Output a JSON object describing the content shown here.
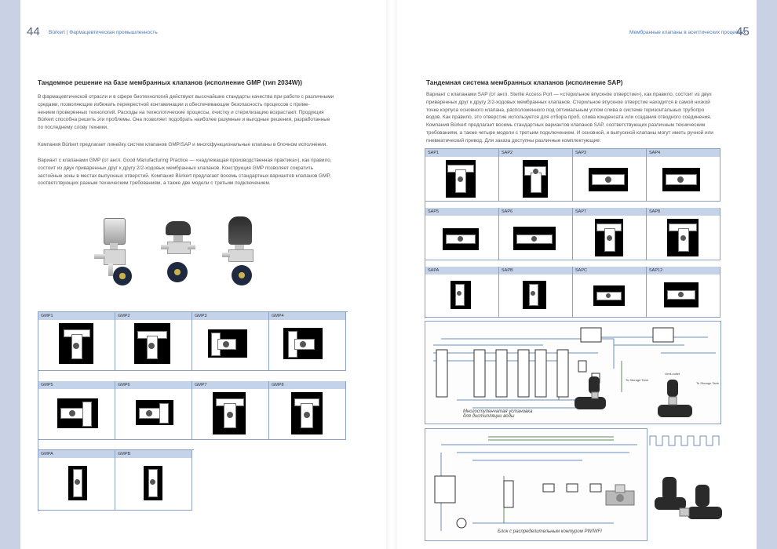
{
  "pages": {
    "left": {
      "number": "44",
      "running_head": "Bürkert | Фармацевтическая промышленность",
      "title": "Тандемное решение на базе мембранных клапанов (исполнение GMP (тип 2034W))",
      "paragraphs": [
        [
          "В фармацевтической отрасли и в сфере биотехнологий действуют высочайшие стандарты качества при работе с различными",
          "средами, позволяющие избежать перекрестной контаминации и обеспечивающие безопасность процессов с приме-",
          "нением проверенных технологий. Расходы на технологические процессы, очистку и стерилизацию возрастают. Продукция",
          "Bürkert способна решить эти проблемы. Она позволяет подобрать наиболее разумные и выгодные решения, разработанные",
          "по последнему слову техники."
        ],
        [
          "Компания Bürkert предлагает линейку систем клапанов GMP/SAP и многофункциональные клапаны в блочном исполнении."
        ],
        [
          "Вариант с клапанами GMP (от англ. Good Manufacturing Practice — «надлежащая производственная практика»), как правило,",
          "состоит из двух приваренных друг к другу 2/2-ходовых мембранных клапанов. Конструкция GMP позволяет сократить",
          "застойные зоны в местах выпускных отверстий. Компания Bürkert предлагает восемь стандартных вариантов клапанов GMP,",
          "соответствующих разным техническим требованиям, а также две модели с третьим подключением."
        ]
      ],
      "gmp_labels": [
        "GMP1",
        "GMP2",
        "GMP3",
        "GMP4",
        "GMP5",
        "GMP6",
        "GMP7",
        "GMP8",
        "GMPA",
        "GMPB"
      ]
    },
    "right": {
      "number": "45",
      "running_head": "Мембранные клапаны в асептических процессах",
      "title": "Тандемная система мембранных клапанов (исполнение SAP)",
      "paragraph": [
        "Вариант с клапанами SAP (от англ. Sterile Access Port — «стерильное впускное отверстие»), как правило, состоит из двух",
        "приваренных друг к другу 2/2-ходовых мембранных клапанов. Стерильное впускное отверстие находится в самой низкой",
        "точке корпуса основного клапана, расположенного под оптимальным углом слива в системе горизонтальных трубопро",
        "водов. Как правило, это отверстие используется для отбора проб, слива конденсата или создания отводного соединения.",
        "Компания Bürkert предлагает восемь стандартных вариантов клапанов SAP, соответствующих различным техническим",
        "требованиям, а также четыре модели с третьим подключением. И основной, и выпускной клапаны могут иметь ручной или",
        "пневматический привод. Для заказа доступны различные комплектующие:"
      ],
      "sap_labels": [
        "SAP1",
        "SAP2",
        "SAP3",
        "SAP4",
        "SAP5",
        "SAP6",
        "SAP7",
        "SAP8",
        "SAPA",
        "SAPB",
        "SAPC",
        "SAP12"
      ],
      "diagram1_caption": [
        "Многоступенчатая установка",
        "для дистилляции воды"
      ],
      "diagram1_labels": [
        "To Storage Tank",
        "Vent-outlet",
        "To Storage Tank"
      ],
      "diagram2_caption": "Блок с распределительным контуром PW/WFI"
    }
  },
  "icons": [
    "valve-photo",
    "valve-drawing",
    "process-schematic"
  ],
  "colors": {
    "accent": "#4a77b5",
    "table_header": "#c5d3ea",
    "margin": "#c8d2e4"
  }
}
